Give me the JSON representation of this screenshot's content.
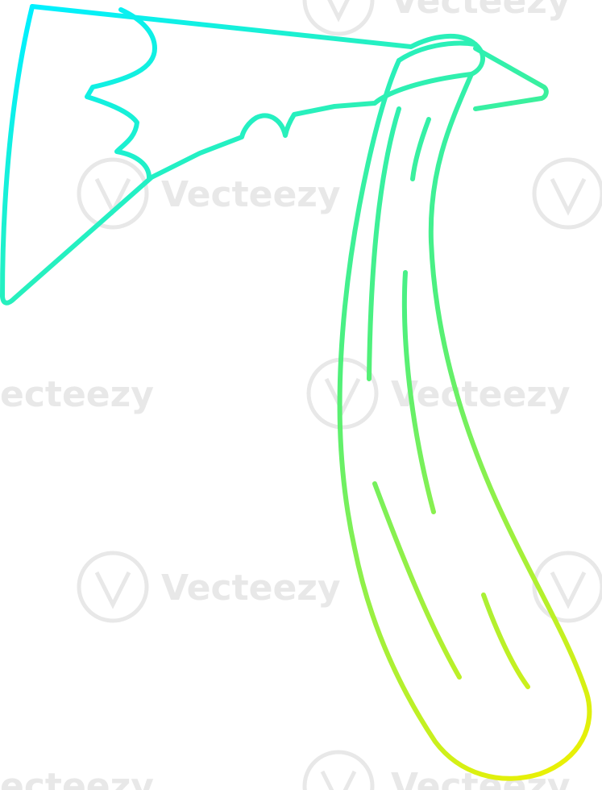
{
  "image": {
    "subject": "hatchet-drawing",
    "style": "line-art",
    "gradient": {
      "start_color": "#00f0ff",
      "mid_color": "#4ff07a",
      "end_color": "#f0f000"
    },
    "background_color": "#ffffff"
  },
  "watermark": {
    "brand_text": "Vecteezy",
    "partial_text": "ecteezy",
    "color": "#e8e8e8",
    "logo_icon": "vecteezy-v-logo-icon"
  }
}
